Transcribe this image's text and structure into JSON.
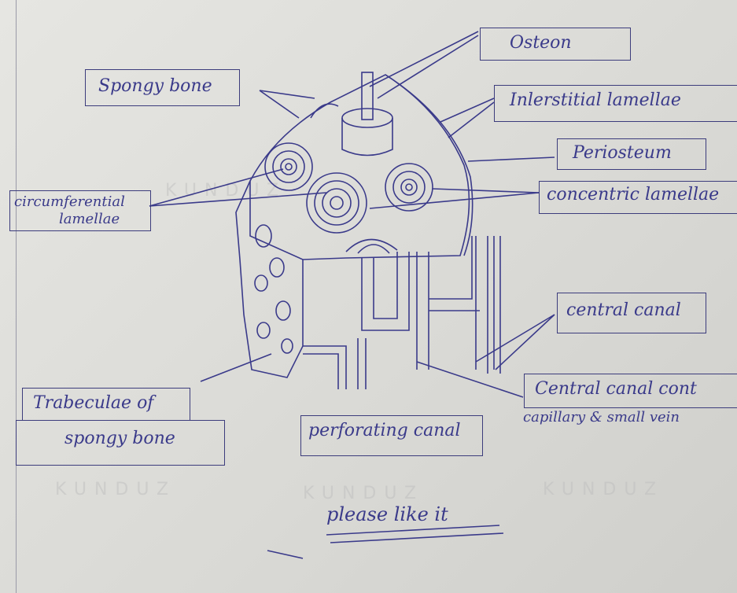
{
  "labels": {
    "osteon": "Osteon",
    "interstitial_lamellae": "Inlerstitial lamellae",
    "spongy_bone": "Spongy bone",
    "periosteum": "Periosteum",
    "circumferential_lamellae_1": "circumferential",
    "circumferential_lamellae_2": "lamellae",
    "concentric_lamellae": "concentric lamellae",
    "central_canal": "central canal",
    "central_canal_contents_1": "Central canal cont",
    "central_canal_contents_2": "capillary & small vein",
    "trabeculae_1": "Trabeculae of",
    "trabeculae_2": "spongy bone",
    "perforating_canal": "perforating canal",
    "footer_note": "please like it"
  },
  "watermark": "KUNDUZ",
  "colors": {
    "ink": "#3a3a8a",
    "paper": "#dcdcd8"
  }
}
